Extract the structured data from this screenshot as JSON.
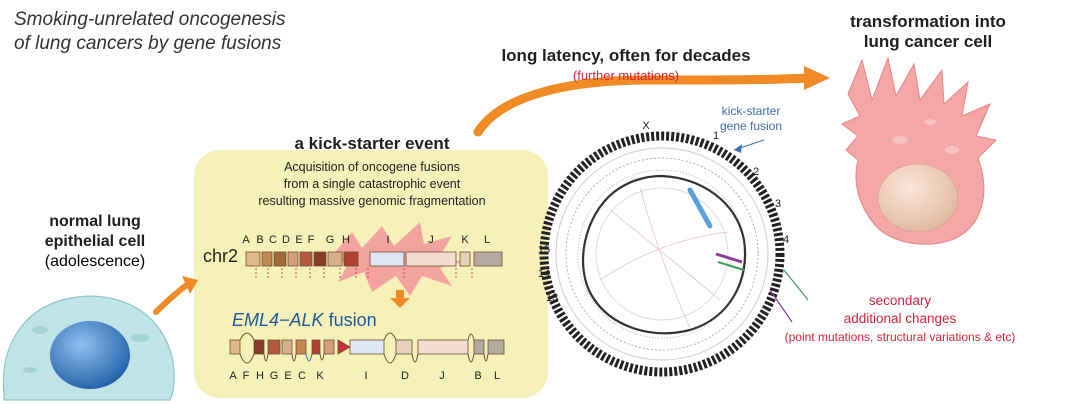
{
  "title": {
    "line1": "Smoking-unrelated oncogenesis",
    "line2": "of lung cancers by gene fusions"
  },
  "latency": {
    "label": "long latency, often for decades",
    "sublabel": "(further mutations)"
  },
  "transformation": {
    "line1": "transformation into",
    "line2": "lung cancer cell"
  },
  "kick_starter": {
    "title": "a kick-starter event",
    "desc1": "Acquisition of oncogene fusions",
    "desc2": "from a single catastrophic event",
    "desc3": "resulting massive genomic fragmentation"
  },
  "normal_cell": {
    "line1": "normal lung",
    "line2": "epithelial cell",
    "line3": "(adolescence)"
  },
  "chromosome": {
    "label": "chr2",
    "top_genes": [
      "A",
      "B",
      "C",
      "D",
      "E",
      "F",
      "G",
      "H",
      "I",
      "J",
      "K",
      "L"
    ],
    "bottom_genes": [
      "A",
      "F",
      "H",
      "G",
      "E",
      "C",
      "K",
      "I",
      "D",
      "J",
      "B",
      "L"
    ]
  },
  "fusion": {
    "gene_name": "EML4−ALK",
    "suffix": " fusion"
  },
  "circos": {
    "kick_starter_line1": "kick-starter",
    "kick_starter_line2": "gene fusion",
    "chrom_numbers": [
      "1",
      "2",
      "3",
      "4",
      "13",
      "14",
      "15",
      "X"
    ]
  },
  "secondary": {
    "line1": "secondary",
    "line2": "additional changes",
    "line3": "(point mutations, structural variations & etc)"
  },
  "colors": {
    "orange_arrow": "#f08a24",
    "panel_bg": "#f6f1b8",
    "red_text": "#d3243a",
    "blue_text": "#1b5a9c",
    "cancer_cell": "#f4a7a6",
    "normal_cell": "#bfe3e6",
    "nucleus": "#2f6fb7"
  }
}
